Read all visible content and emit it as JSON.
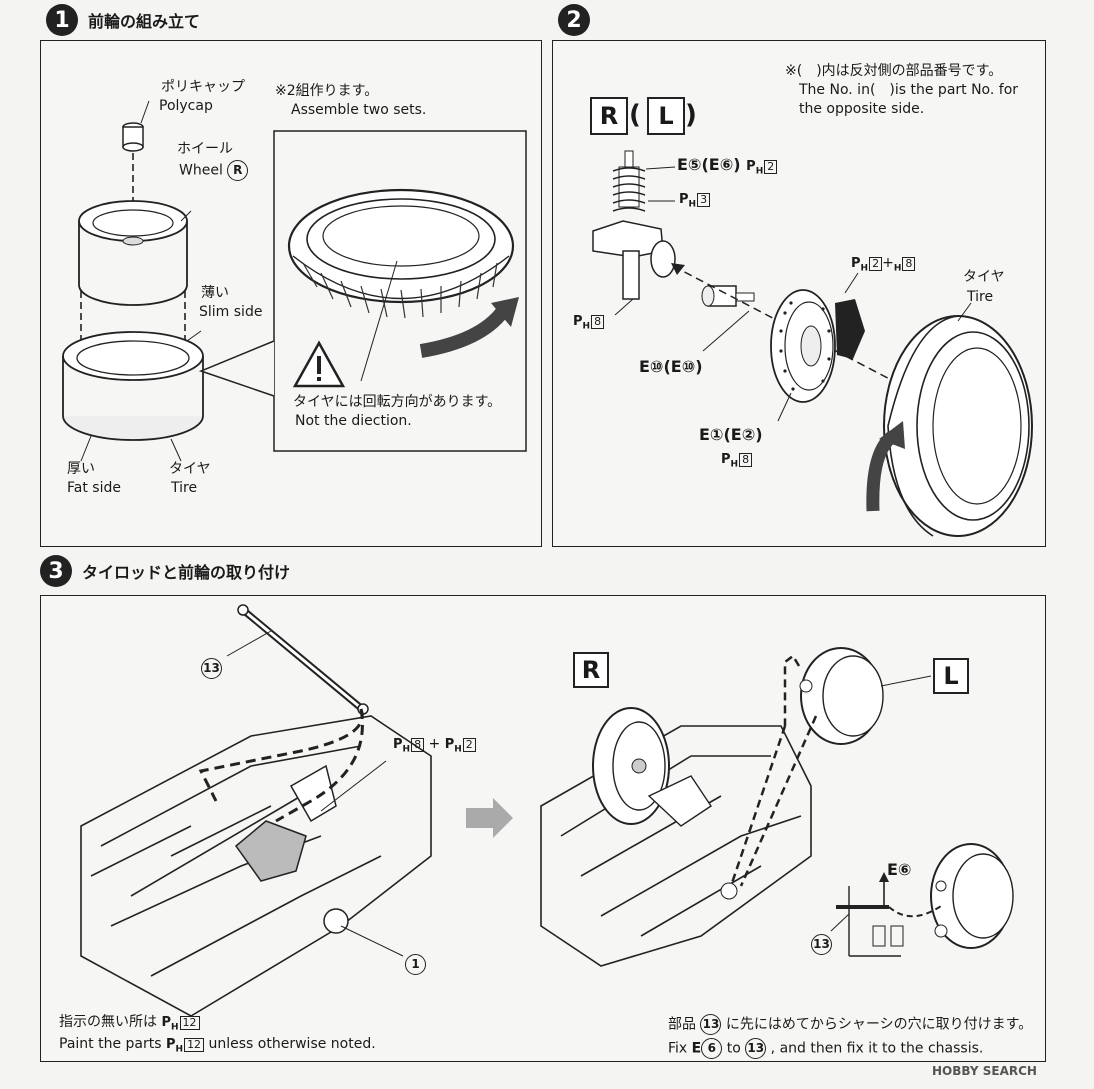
{
  "steps": [
    {
      "num": "1",
      "title": "前輪の組み立て"
    },
    {
      "num": "2",
      "title": ""
    },
    {
      "num": "3",
      "title": "タイロッドと前輪の取り付け"
    }
  ],
  "step1": {
    "polycap_jp": "ポリキャップ",
    "polycap_en": "Polycap",
    "wheel_jp": "ホイール",
    "wheel_en": "Wheel",
    "wheel_mark": "R",
    "slim_jp": "薄い",
    "slim_en": "Slim side",
    "fat_jp": "厚い",
    "fat_en": "Fat side",
    "tire_jp": "タイヤ",
    "tire_en": "Tire",
    "note_jp": "※2組作ります。",
    "note_en": "Assemble two sets.",
    "warn_jp": "タイヤには回転方向があります。",
    "warn_en": "Not the diection."
  },
  "step2": {
    "note_jp": "※(　)内は反対側の部品番号です。",
    "note_en1": "The No. in(　)is the part No. for",
    "note_en2": "the opposite side.",
    "R": "R",
    "L": "L",
    "paren_open": "(",
    "paren_close": ")",
    "part_e5": "E⑤(E⑥)",
    "ph2": "2",
    "ph3": "3",
    "ph8": "8",
    "ph2b": "2",
    "ph8b": "8",
    "part_e10": "E⑩(E⑩)",
    "part_e1": "E①(E②)",
    "ph8c": "8",
    "tire_jp": "タイヤ",
    "tire_en": "Tire",
    "plus": "+"
  },
  "step3": {
    "part13": "13",
    "ph8": "8",
    "ph2": "2",
    "plus": "+",
    "part1": "1",
    "R": "R",
    "L": "L",
    "e6": "E⑥",
    "part13b": "13",
    "bottom_left_jp": "指示の無い所は",
    "bottom_left_ph": "12",
    "bottom_left_en_a": "Paint the parts",
    "bottom_left_en_b": "unless otherwise noted.",
    "bottom_right_jp_a": "部品",
    "bottom_right_jp_num": "13",
    "bottom_right_jp_b": "に先にはめてからシャーシの穴に取り付けます。",
    "bottom_right_en_a": "Fix",
    "bottom_right_en_e": "E",
    "bottom_right_en_6": "6",
    "bottom_right_en_to": "to",
    "bottom_right_en_13": "13",
    "bottom_right_en_b": ", and then fix it to the chassis."
  },
  "ph_prefix": "P",
  "ph_sub": "H",
  "watermark": "HOBBY SEARCH"
}
